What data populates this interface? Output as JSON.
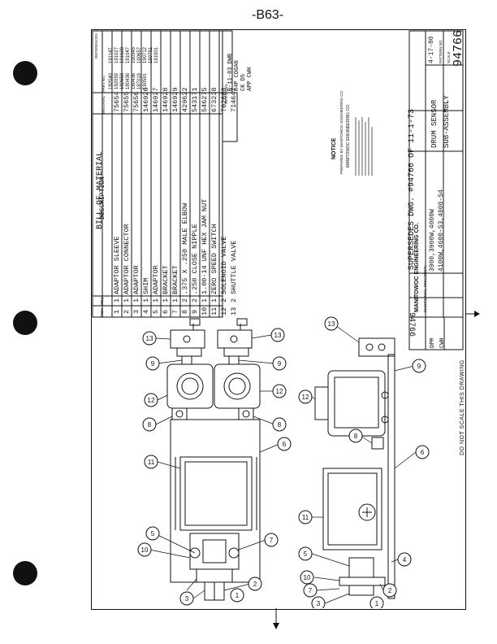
{
  "page_number": "-B63-",
  "scale_note": "DO NOT SCALE THIS DRAWING",
  "bom": {
    "title": "BILL OF MATERIAL",
    "headers": {
      "item": "ITEM",
      "qty": "REQ",
      "description": "DESCRIPTION",
      "material": "MATERIAL",
      "part": "PART NO."
    },
    "rows": [
      {
        "item": "1",
        "qty": "1",
        "description": "ADAPTOR SLEEVE",
        "part": "75654"
      },
      {
        "item": "2",
        "qty": "1",
        "description": "ADAPTOR CONNECTOR",
        "part": "75655"
      },
      {
        "item": "3",
        "qty": "1",
        "description": "ADAPTOR",
        "part": "75656"
      },
      {
        "item": "4",
        "qty": "1",
        "description": "SHIM",
        "part": "146926"
      },
      {
        "item": "5",
        "qty": "1",
        "description": "ADAPTOR",
        "part": "146927"
      },
      {
        "item": "6",
        "qty": "1",
        "description": "BRACKET",
        "part": "146928"
      },
      {
        "item": "7",
        "qty": "1",
        "description": "BRACKET",
        "part": "146929"
      },
      {
        "item": "8",
        "qty": "2",
        "description": ".375 X .250 MALE ELBOW",
        "part": "429622"
      },
      {
        "item": "9",
        "qty": "2",
        "description": ".250 CLOSE NIPPLE",
        "part": "543171"
      },
      {
        "item": "10",
        "qty": "1",
        "description": "1.00-14 UNF HEX JAM NUT",
        "part": "546275"
      },
      {
        "item": "11",
        "qty": "1",
        "description": "ZERO SPEED SWITCH",
        "part": "673238"
      },
      {
        "item": "12",
        "qty": "2",
        "description": "SOLENOID VALVE",
        "part": "702608"
      },
      {
        "item": "13",
        "qty": "2",
        "description": "SHUTTLE VALVE",
        "part": "714647"
      }
    ]
  },
  "reference": {
    "header": "REFERENCES",
    "numbers": [
      "191147",
      "191027",
      "191028",
      "191047",
      "190345",
      "190657",
      "190712",
      "190751",
      "191001"
    ],
    "codes": [
      "182040",
      "182059",
      "182658",
      "180436",
      "180436",
      "187019",
      "190591"
    ]
  },
  "revision": {
    "header": "REVISIONS",
    "text": "B-11-83 DWB",
    "by": "R4P CDGAN",
    "ck": "CK DS",
    "app": "APP CWH"
  },
  "notice": {
    "title": "NOTICE",
    "subtitle": "PREPARED BY MANITOWOC ENGINEERING CO.",
    "company": "MANITOWOC ENGINEERING CO."
  },
  "supersedes": "SUPERSEDES DWG. #94766 OF 11-1-73",
  "title_block": {
    "company": "MANITOWOC ENGINEERING CO.",
    "city": "MANITOWOC, WISCONSIN",
    "models": "3900,3900W,4000W",
    "models2": "4100W,4600-S3,4600-S4",
    "name1": "DRUM SENSOR",
    "name2": "SUB-ASSEMBLY",
    "date": "4-17-80",
    "pattern_label": "PATTERN NO.",
    "scale_label": "SCALE",
    "drawn": "DPM",
    "checked": "CWH",
    "drawing_no": "94766",
    "drawing_no_mirror": "94766"
  },
  "balloons": [
    "1",
    "2",
    "3",
    "4",
    "5",
    "6",
    "7",
    "8",
    "9",
    "10",
    "11",
    "12",
    "13"
  ]
}
